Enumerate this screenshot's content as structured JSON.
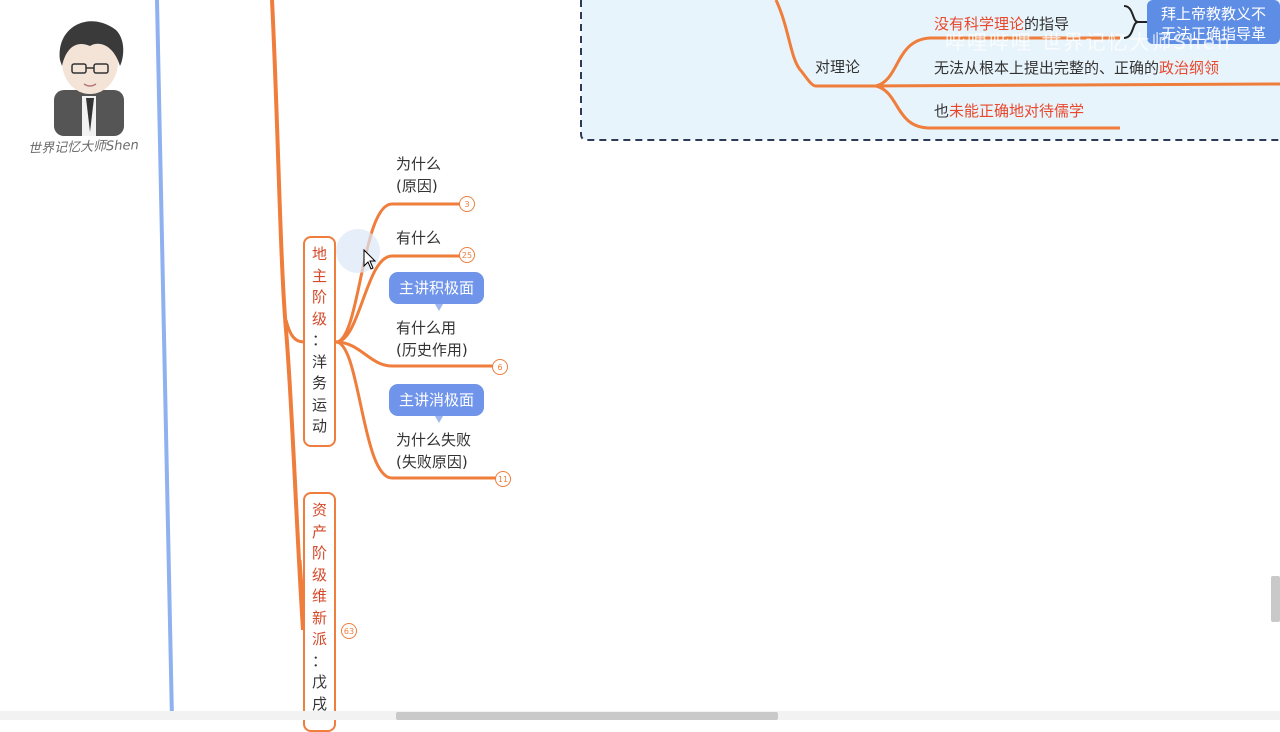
{
  "avatar": {
    "caption": "世界记忆大师Shen"
  },
  "theory_section": {
    "node_label": "对理论",
    "item_1_red": "没有科学理论",
    "item_1_rest": "的指导",
    "item_1_detail_line1": "拜上帝教教义不",
    "item_1_detail_line2": "无法正确指导革",
    "item_2_prefix": "无法从根本上提出完整的、正确的",
    "item_2_red": "政治纲领",
    "item_3_prefix": "也",
    "item_3_red": "未能正确地对待儒学",
    "watermark": "哔哩哔哩 世界记忆大师Shen"
  },
  "landlord_section": {
    "title_chars": [
      "地",
      "主",
      "阶",
      "级"
    ],
    "colon": "：",
    "subtitle_chars": [
      "洋",
      "务",
      "运",
      "动"
    ],
    "branches": [
      {
        "line1": "为什么",
        "line2": "(原因)",
        "badge": "3"
      },
      {
        "line1": "有什么",
        "badge": "25"
      },
      {
        "tag": "主讲积极面"
      },
      {
        "line1": "有什么用",
        "line2": "(历史作用)",
        "badge": "6"
      },
      {
        "tag": "主讲消极面"
      },
      {
        "line1": "为什么失败",
        "line2": "(失败原因)",
        "badge": "11"
      }
    ]
  },
  "bourgeois_section": {
    "title_chars": [
      "资",
      "产",
      "阶",
      "级",
      "维",
      "新",
      "派"
    ],
    "colon": "：",
    "subtitle_chars": [
      "戊",
      "戌"
    ],
    "badge": "63"
  }
}
